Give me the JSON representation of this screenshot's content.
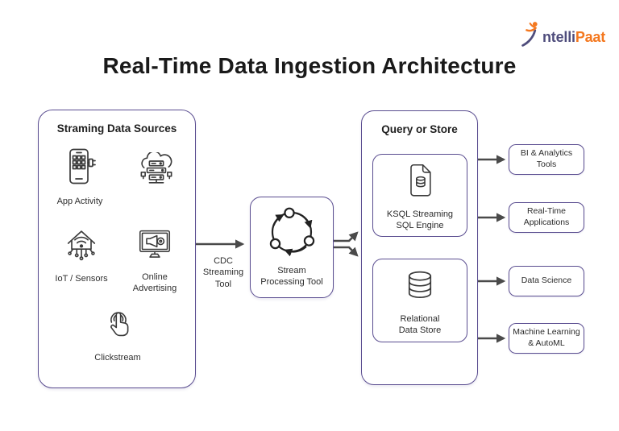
{
  "colors": {
    "accent_purple": "#5a4d90",
    "arrow_gray": "#4a4a4a",
    "logo_indigo": "#4f4d7c",
    "logo_orange": "#f4781f",
    "title_text": "#1a1a1a"
  },
  "logo": {
    "icon": "leaping-person-icon",
    "prefix": "ntelli",
    "suffix": "Paat"
  },
  "title": "Real-Time Data Ingestion Architecture",
  "sources_panel": {
    "title": "Straming Data Sources",
    "items": [
      {
        "icon": "smartphone-apps-icon",
        "label": "App Activity"
      },
      {
        "icon": "cloud-servers-icon",
        "label": ""
      },
      {
        "icon": "smart-home-iot-icon",
        "label": "IoT / Sensors"
      },
      {
        "icon": "online-advertising-icon",
        "label": "Online\nAdvertising"
      },
      {
        "icon": "clickstream-tap-icon",
        "label": "Clickstream"
      }
    ]
  },
  "flow": {
    "cdc_label": "CDC\nStreaming\nTool",
    "stream_box_icon": "cycle-arrows-icon",
    "stream_box_label": "Stream\nProcessing Tool"
  },
  "query_panel": {
    "title": "Query or Store",
    "items": [
      {
        "icon": "sql-document-icon",
        "label": "KSQL Streaming\nSQL Engine"
      },
      {
        "icon": "database-icon",
        "label": "Relational\nData Store"
      }
    ]
  },
  "outputs": [
    {
      "label": "BI & Analytics\nTools"
    },
    {
      "label": "Real-Time\nApplications"
    },
    {
      "label": "Data Science"
    },
    {
      "label": "Machine Learning\n& AutoML"
    }
  ]
}
